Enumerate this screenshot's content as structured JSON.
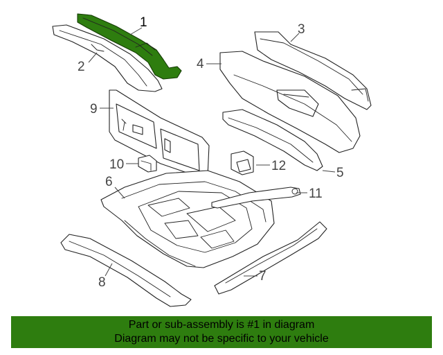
{
  "diagram": {
    "highlight_color": "#2e7d0f",
    "callouts": [
      {
        "id": "1",
        "label": "1"
      },
      {
        "id": "2",
        "label": "2"
      },
      {
        "id": "3",
        "label": "3"
      },
      {
        "id": "4",
        "label": "4"
      },
      {
        "id": "5",
        "label": "5"
      },
      {
        "id": "6",
        "label": "6"
      },
      {
        "id": "7",
        "label": "7"
      },
      {
        "id": "8",
        "label": "8"
      },
      {
        "id": "9",
        "label": "9"
      },
      {
        "id": "10",
        "label": "10"
      },
      {
        "id": "11",
        "label": "11"
      },
      {
        "id": "12",
        "label": "12"
      }
    ]
  },
  "banner": {
    "line1": "Part or sub-assembly is #1 in diagram",
    "line2": "Diagram may not be specific to your vehicle",
    "background": "#2e7d0f"
  }
}
